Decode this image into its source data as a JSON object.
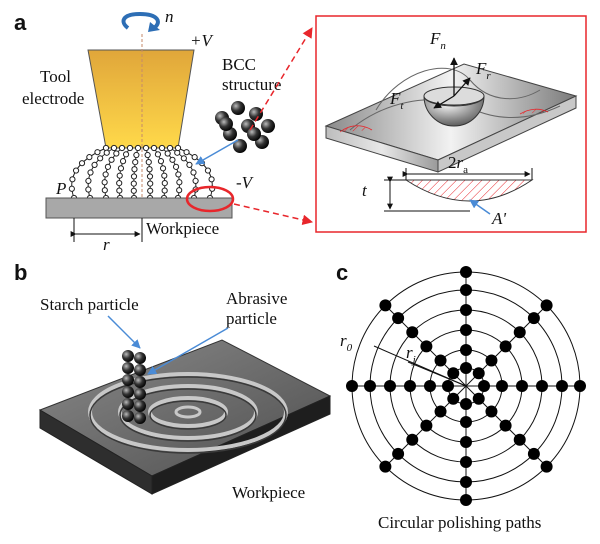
{
  "panel_a": {
    "letter": "a",
    "rotation_symbol": "n",
    "plus_voltage": "+V",
    "minus_voltage": "-V",
    "tool_label_1": "Tool",
    "tool_label_2": "electrode",
    "bcc_label_1": "BCC",
    "bcc_label_2": "structure",
    "point_label": "P",
    "radius_label": "r",
    "workpiece_label": "Workpiece",
    "inset": {
      "force_normal": "F",
      "force_normal_sub": "n",
      "force_radial": "F",
      "force_radial_sub": "r",
      "force_tangential": "F",
      "force_tangential_sub": "t",
      "depth_label": "t",
      "width_prefix": "2",
      "width_var": "r",
      "width_sub": "a",
      "area_label": "A'"
    }
  },
  "panel_b": {
    "letter": "b",
    "starch_label": "Starch particle",
    "abrasive_label_1": "Abrasive",
    "abrasive_label_2": "particle",
    "workpiece_label": "Workpiece"
  },
  "panel_c": {
    "letter": "c",
    "r0_var": "r",
    "r0_sub": "0",
    "rj_var": "r",
    "rj_sub": "j",
    "caption": "Circular polishing paths"
  },
  "colors": {
    "inset_border": "#e8262b",
    "arrow_blue": "#4a8bd6",
    "tool_top": "#e0a63a",
    "tool_bottom": "#ffd700",
    "workpiece": "#a8a8a8"
  }
}
